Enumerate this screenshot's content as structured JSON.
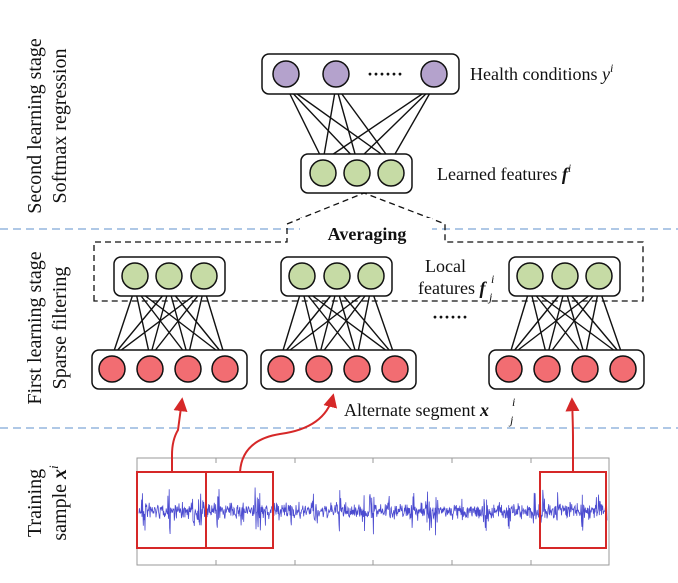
{
  "stages": {
    "second": {
      "line1": "Second learning stage",
      "line2": "Softmax regression"
    },
    "first": {
      "line1": "First learning stage",
      "line2": "Sparse filtering"
    },
    "training": {
      "line1": "Training",
      "line2": "sample",
      "symbol": "x",
      "sup": "i"
    }
  },
  "labels": {
    "health_conditions": "Health conditions",
    "health_symbol": "y",
    "health_sup": "i",
    "learned_features": "Learned features",
    "learned_symbol": "f",
    "learned_sup": "i",
    "averaging": "Averaging",
    "local_line1": "Local",
    "local_line2": "features",
    "local_symbol": "f",
    "local_sup": "i",
    "local_sub": "j",
    "alternate_segment": "Alternate segment",
    "alternate_symbol": "x",
    "alternate_sup": "i",
    "alternate_sub": "j",
    "ellipsis": "······",
    "ellipsis_mid": "······"
  },
  "colors": {
    "purple_node": "#b4a2cc",
    "green_node": "#c6dba5",
    "red_node": "#f26d72",
    "signal": "#4b4bd0",
    "highlight": "#d62828",
    "separator": "#7fa8d6"
  }
}
